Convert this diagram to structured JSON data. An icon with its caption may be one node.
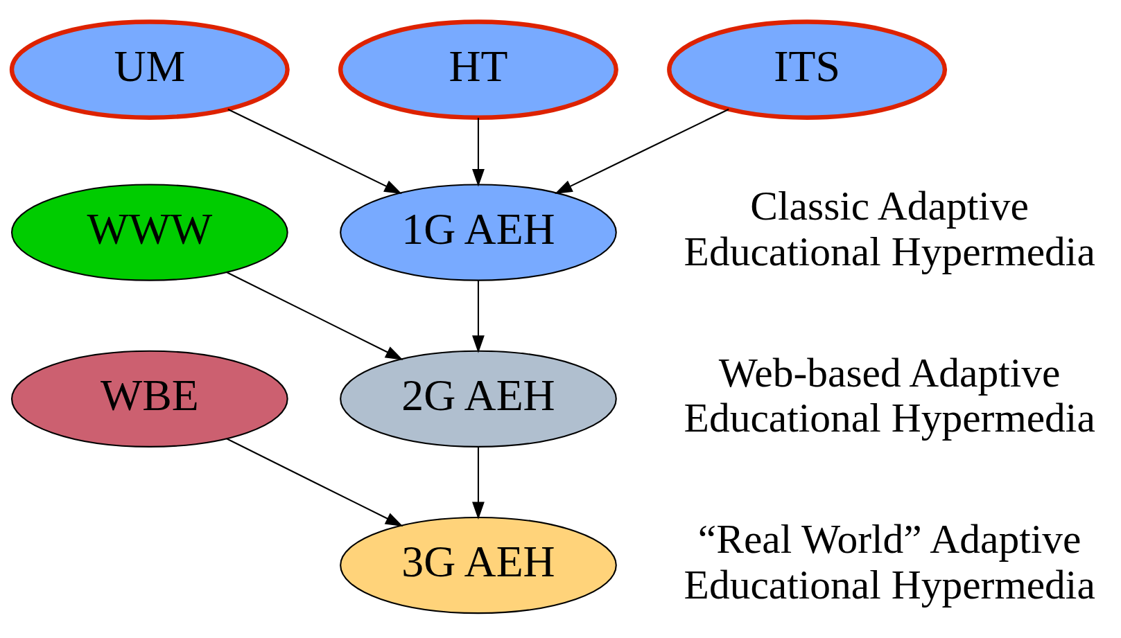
{
  "diagram": {
    "nodes": [
      {
        "text": [
          "UM"
        ]
      },
      {
        "text": [
          "HT"
        ]
      },
      {
        "text": [
          "ITS"
        ]
      },
      {
        "text": [
          "WWW"
        ]
      },
      {
        "text": [
          "1G AEH"
        ],
        "beside": [
          "Classic Adaptive Educational Hypermedia"
        ]
      },
      {
        "text": [
          "2G AEH"
        ],
        "beside": [
          "Web-based Adaptive Educational Hypermedia"
        ]
      },
      {
        "text": [
          "WBE"
        ]
      },
      {
        "text": [
          "3G AEH"
        ],
        "beside": [
          "“Real World” Adaptive Educational Hypermedia"
        ]
      }
    ],
    "edges": [
      {
        "from": 0,
        "to": 4,
        "arrow": "to"
      },
      {
        "from": 1,
        "to": 4,
        "arrow": "to"
      },
      {
        "from": 2,
        "to": 4,
        "arrow": "to"
      },
      {
        "from": 4,
        "to": 5,
        "arrow": "to"
      },
      {
        "from": 3,
        "to": 5,
        "arrow": "to"
      },
      {
        "from": 5,
        "to": 7,
        "arrow": "to"
      },
      {
        "from": 6,
        "to": 7,
        "arrow": "to"
      }
    ]
  }
}
